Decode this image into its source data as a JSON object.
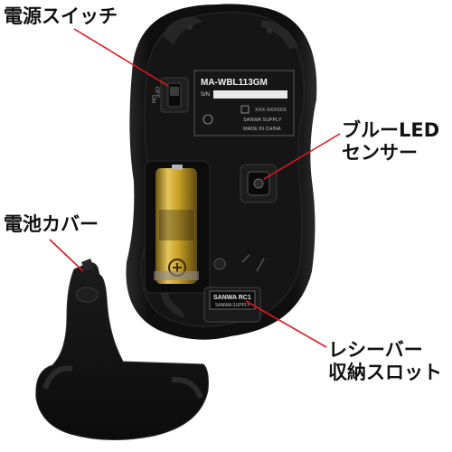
{
  "callouts": {
    "power_switch": "電源スイッチ",
    "battery_cover": "電池カバー",
    "blue_led_sensor": [
      "ブルーLED",
      "センサー"
    ],
    "receiver_slot": [
      "レシーバー",
      "収納スロット"
    ]
  },
  "mouse": {
    "model": "MA-WBL113GM",
    "sn_label": "S/N",
    "code": "XXX-XXXXXX",
    "brand": "SANWA SUPPLY",
    "origin": "MADE IN CHINA",
    "switch_marks": [
      "ON",
      "OFF"
    ]
  },
  "receiver": {
    "line1": "SANWA RC1",
    "line2": "SANWA SUPPLY"
  },
  "colors": {
    "callout_line": "#e0161f",
    "label_text": "#111111",
    "mouse_body": "#141414",
    "battery_gold": "#c9a227"
  }
}
